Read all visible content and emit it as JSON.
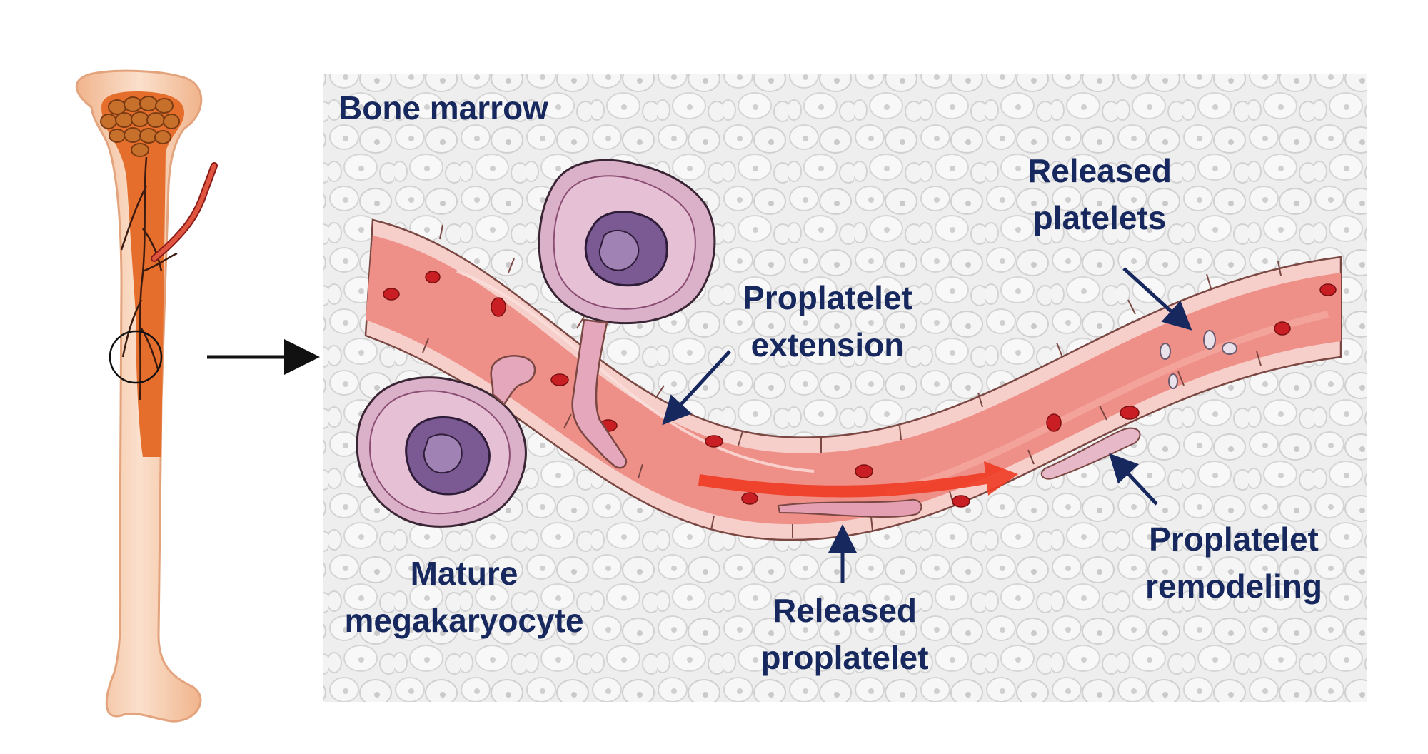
{
  "labels": {
    "bone_marrow": "Bone marrow",
    "released_platelets": [
      "Released",
      "platelets"
    ],
    "proplatelet_extension": [
      "Proplatelet",
      "extension"
    ],
    "mature_megakaryocyte": [
      "Mature",
      "megakaryocyte"
    ],
    "released_proplatelet": [
      "Released",
      "proplatelet"
    ],
    "proplatelet_remodeling": [
      "Proplatelet",
      "remodeling"
    ]
  },
  "colors": {
    "label_text": "#17285e",
    "vessel_lumen": "#ee8f88",
    "vessel_wall": "#f6cfca",
    "red_blood_cell": "#c91f24",
    "megakaryocyte_cytoplasm": "#d9a9c3",
    "megakaryocyte_nucleus": "#7b5a93",
    "bone_outer": "#f6c6a4",
    "bone_marrow_cavity": "#e9702c",
    "blood_flow_arrow": "#ef3b24",
    "tissue_background": "#ececec"
  }
}
